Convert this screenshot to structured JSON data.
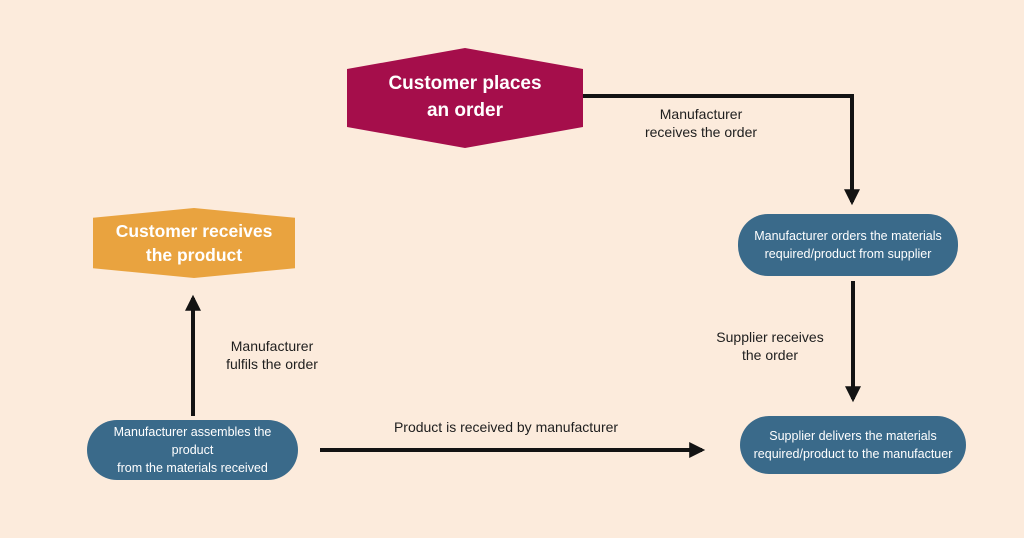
{
  "diagram": {
    "background_color": "#FCEBDC",
    "nodes": {
      "customer_places": {
        "text": "Customer places\nan order",
        "shape": "hexagon",
        "fill_color": "#A50E4B",
        "text_color": "#FFFFFF"
      },
      "customer_receives": {
        "text": "Customer receives\nthe product",
        "shape": "hexagon",
        "fill_color": "#E9A33F",
        "text_color": "#FFFFFF"
      },
      "manufacturer_orders": {
        "text": "Manufacturer orders the materials\nrequired/product from supplier",
        "shape": "rounded-rectangle",
        "fill_color": "#3A6A8A",
        "text_color": "#FFFFFF"
      },
      "supplier_delivers": {
        "text": "Supplier delivers the materials\nrequired/product to the manufactuer",
        "shape": "rounded-rectangle",
        "fill_color": "#3A6A8A",
        "text_color": "#FFFFFF"
      },
      "manufacturer_assembles": {
        "text": "Manufacturer assembles the product\nfrom the materials received",
        "shape": "rounded-rectangle",
        "fill_color": "#3A6A8A",
        "text_color": "#FFFFFF"
      }
    },
    "edges": {
      "manufacturer_receives": {
        "label": "Manufacturer\nreceives the order",
        "from": "customer_places",
        "to": "manufacturer_orders",
        "direction": "right-then-down"
      },
      "supplier_receives": {
        "label": "Supplier receives\nthe order",
        "from": "manufacturer_orders",
        "to": "supplier_delivers",
        "direction": "down"
      },
      "product_received": {
        "label": "Product is received by manufacturer",
        "from": "manufacturer_assembles",
        "to": "supplier_delivers",
        "direction": "right"
      },
      "manufacturer_fulfils": {
        "label": "Manufacturer\nfulfils the order",
        "from": "manufacturer_assembles",
        "to": "customer_receives",
        "direction": "up"
      }
    },
    "arrow_color": "#131313",
    "label_text_color": "#1E1E1E"
  }
}
